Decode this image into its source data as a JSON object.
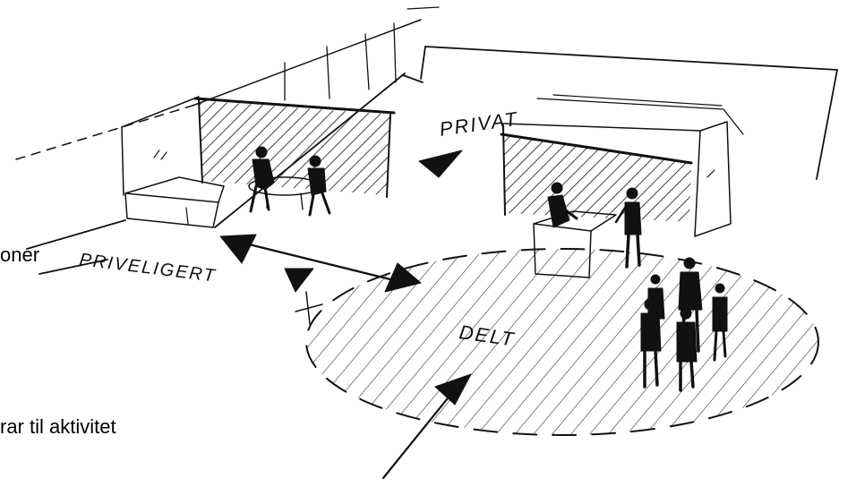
{
  "slide_text": {
    "line1": "oner",
    "line2": "rar til aktivitet"
  },
  "sketch_labels": {
    "privat": "PRIVAT",
    "priveligert": "PRIVELIGERT",
    "delt": "DELT"
  },
  "colors": {
    "ink": "#111111",
    "background": "#ffffff"
  }
}
